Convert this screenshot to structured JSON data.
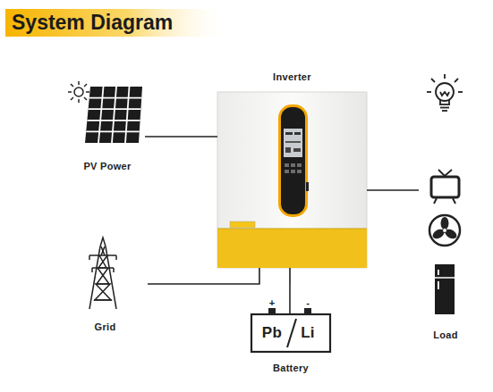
{
  "diagram": {
    "title": "System Diagram",
    "nodes": [
      {
        "text": [
          "Inverter"
        ]
      },
      {
        "text": [
          "PV Power"
        ]
      },
      {
        "text": [
          "Grid"
        ]
      },
      {
        "text": [
          "Load"
        ]
      },
      {
        "text": [
          "Pb",
          "Li",
          "Battery"
        ]
      }
    ],
    "edges": [
      {
        "from": 1,
        "to": 0,
        "arrow": "none"
      },
      {
        "from": 2,
        "to": 0,
        "arrow": "none"
      },
      {
        "from": 0,
        "to": 3,
        "arrow": "none"
      },
      {
        "from": 4,
        "to": 0,
        "arrow": "none"
      }
    ],
    "labels": [
      "+",
      "-"
    ]
  }
}
